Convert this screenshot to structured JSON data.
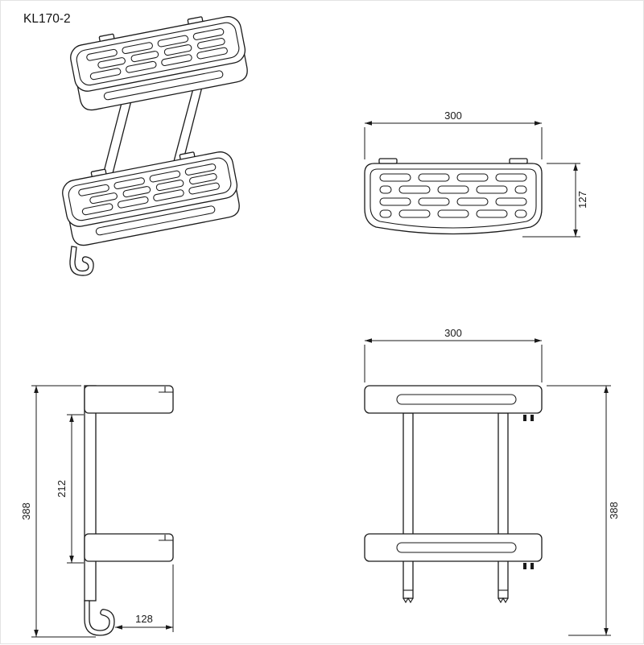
{
  "title": "KL170-2",
  "dimensions": {
    "top_view": {
      "width": "300",
      "depth": "127"
    },
    "front_view": {
      "width": "300",
      "height": "388"
    },
    "side_view": {
      "tier_spacing": "212",
      "height": "388",
      "depth": "128"
    }
  },
  "colors": {
    "line": "#1a1a1a",
    "background": "#ffffff"
  }
}
